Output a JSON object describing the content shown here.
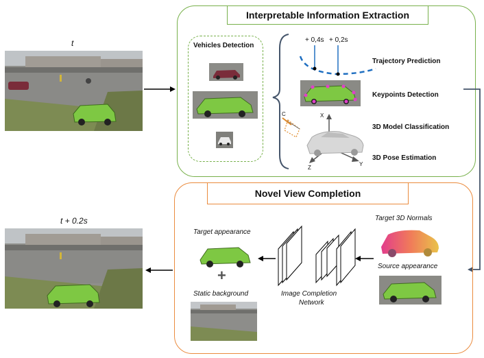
{
  "frames": {
    "input_time": "t",
    "output_time": "t + 0.2s"
  },
  "extraction": {
    "title": "Interpretable Information Extraction",
    "detection_title": "Vehicles Detection",
    "tasks": {
      "trajectory": "Trajectory Prediction",
      "keypoints": "Keypoints Detection",
      "model_class": "3D Model Classification",
      "pose": "3D Pose Estimation"
    },
    "time_marks": [
      "+ 0,4s",
      "+ 0,2s"
    ],
    "axes": {
      "x": "X",
      "y": "Y",
      "z": "Z",
      "c": "C"
    }
  },
  "completion": {
    "title": "Novel View Completion",
    "target_appearance": "Target appearance",
    "plus": "+",
    "static_background": "Static background",
    "network_line1": "Image Completion",
    "network_line2": "Network",
    "target_normals": "Target 3D Normals",
    "source_appearance": "Source appearance"
  },
  "colors": {
    "extraction_border": "#77b04a",
    "completion_border": "#ea8a3c",
    "arrow": "#000000",
    "connector": "#44546a",
    "trajectory": "#1f6fc1",
    "keypoint": "#e040c8",
    "van_green": "#7ec843"
  }
}
